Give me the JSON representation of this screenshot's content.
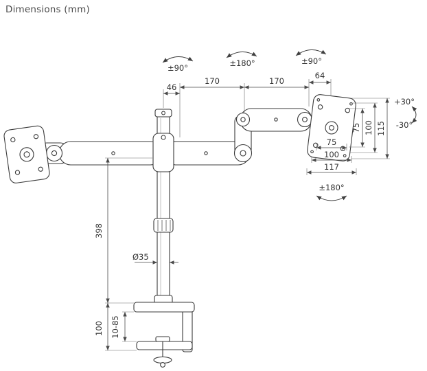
{
  "title": "Dimensions (mm)",
  "labels": {
    "rot_pole": "±90°",
    "rot_mid": "±180°",
    "rot_head": "±90°",
    "rot_plate": "±180°",
    "tilt_up": "+30°",
    "tilt_down": "-30°",
    "offset_46": "46",
    "arm_170a": "170",
    "arm_170b": "170",
    "head_64": "64",
    "vesa_v_75": "75",
    "vesa_v_100": "100",
    "plate_115": "115",
    "vesa_h_75": "75",
    "vesa_h_100": "100",
    "plate_117": "117",
    "pole_398": "398",
    "pole_dia": "Ø35",
    "clamp_100": "100",
    "clamp_range": "10-85"
  }
}
